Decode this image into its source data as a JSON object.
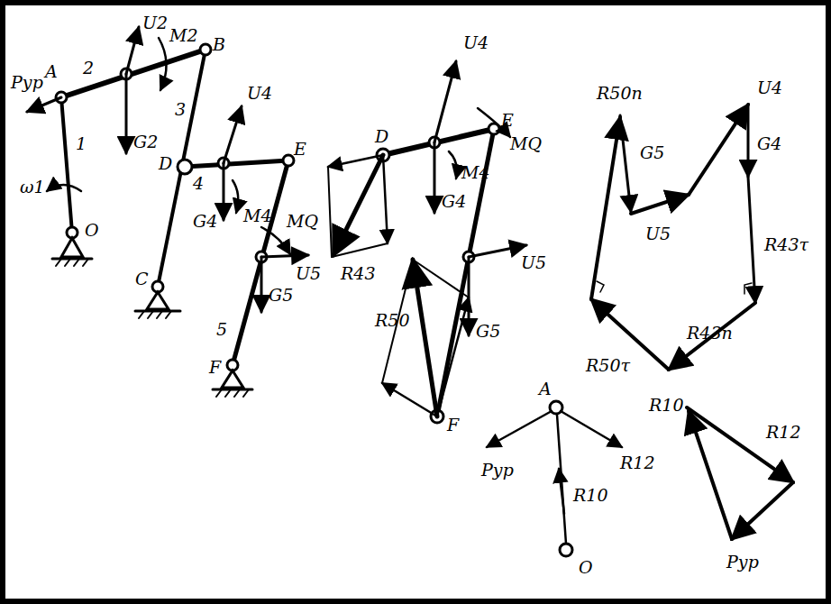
{
  "diagram": {
    "labels": [
      "A",
      "2",
      "U2",
      "M2",
      "B",
      "3",
      "Pур",
      "1",
      "ω1",
      "O",
      "G2",
      "D",
      "U4",
      "E",
      "4",
      "G4",
      "M4",
      "MQ",
      "U5",
      "C",
      "5",
      "G5",
      "F",
      "D",
      "U4",
      "E",
      "R43",
      "M4",
      "MQ",
      "G4",
      "R50",
      "G5",
      "U5",
      "F",
      "R50n",
      "G5",
      "U5",
      "U4",
      "G4",
      "R43τ",
      "R43n",
      "R50τ",
      "A",
      "Pур",
      "R12",
      "R10",
      "O",
      "R10",
      "R12",
      "Pур"
    ]
  }
}
